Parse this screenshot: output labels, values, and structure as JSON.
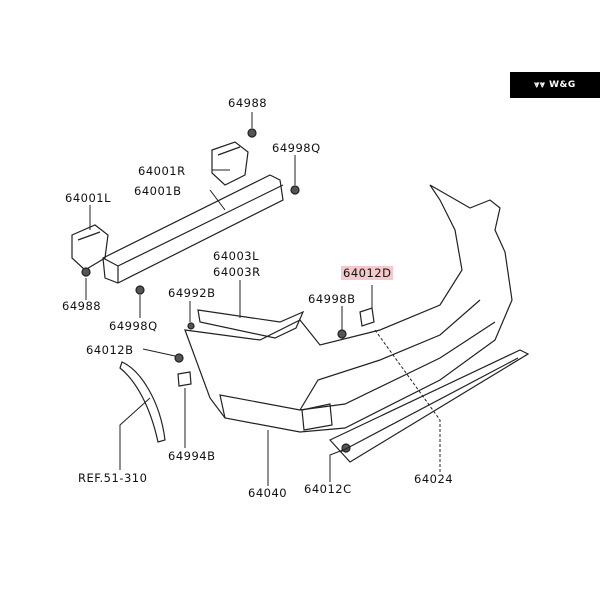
{
  "brand": {
    "logo_text": "W&G"
  },
  "labels": {
    "p64988_top": "64988",
    "p64998q_top": "64998Q",
    "p64001r": "64001R",
    "p64001b": "64001B",
    "p64001l": "64001L",
    "p64003l": "64003L",
    "p64003r": "64003R",
    "p64012d": "64012D",
    "p64992b": "64992B",
    "p64998b": "64998B",
    "p64988_bottom": "64988",
    "p64998q_bottom": "64998Q",
    "p64012b": "64012B",
    "p64994b": "64994B",
    "ref": "REF.51-310",
    "p64040": "64040",
    "p64012c": "64012C",
    "p64024": "64024"
  },
  "highlight_color": "#f3c9cb"
}
